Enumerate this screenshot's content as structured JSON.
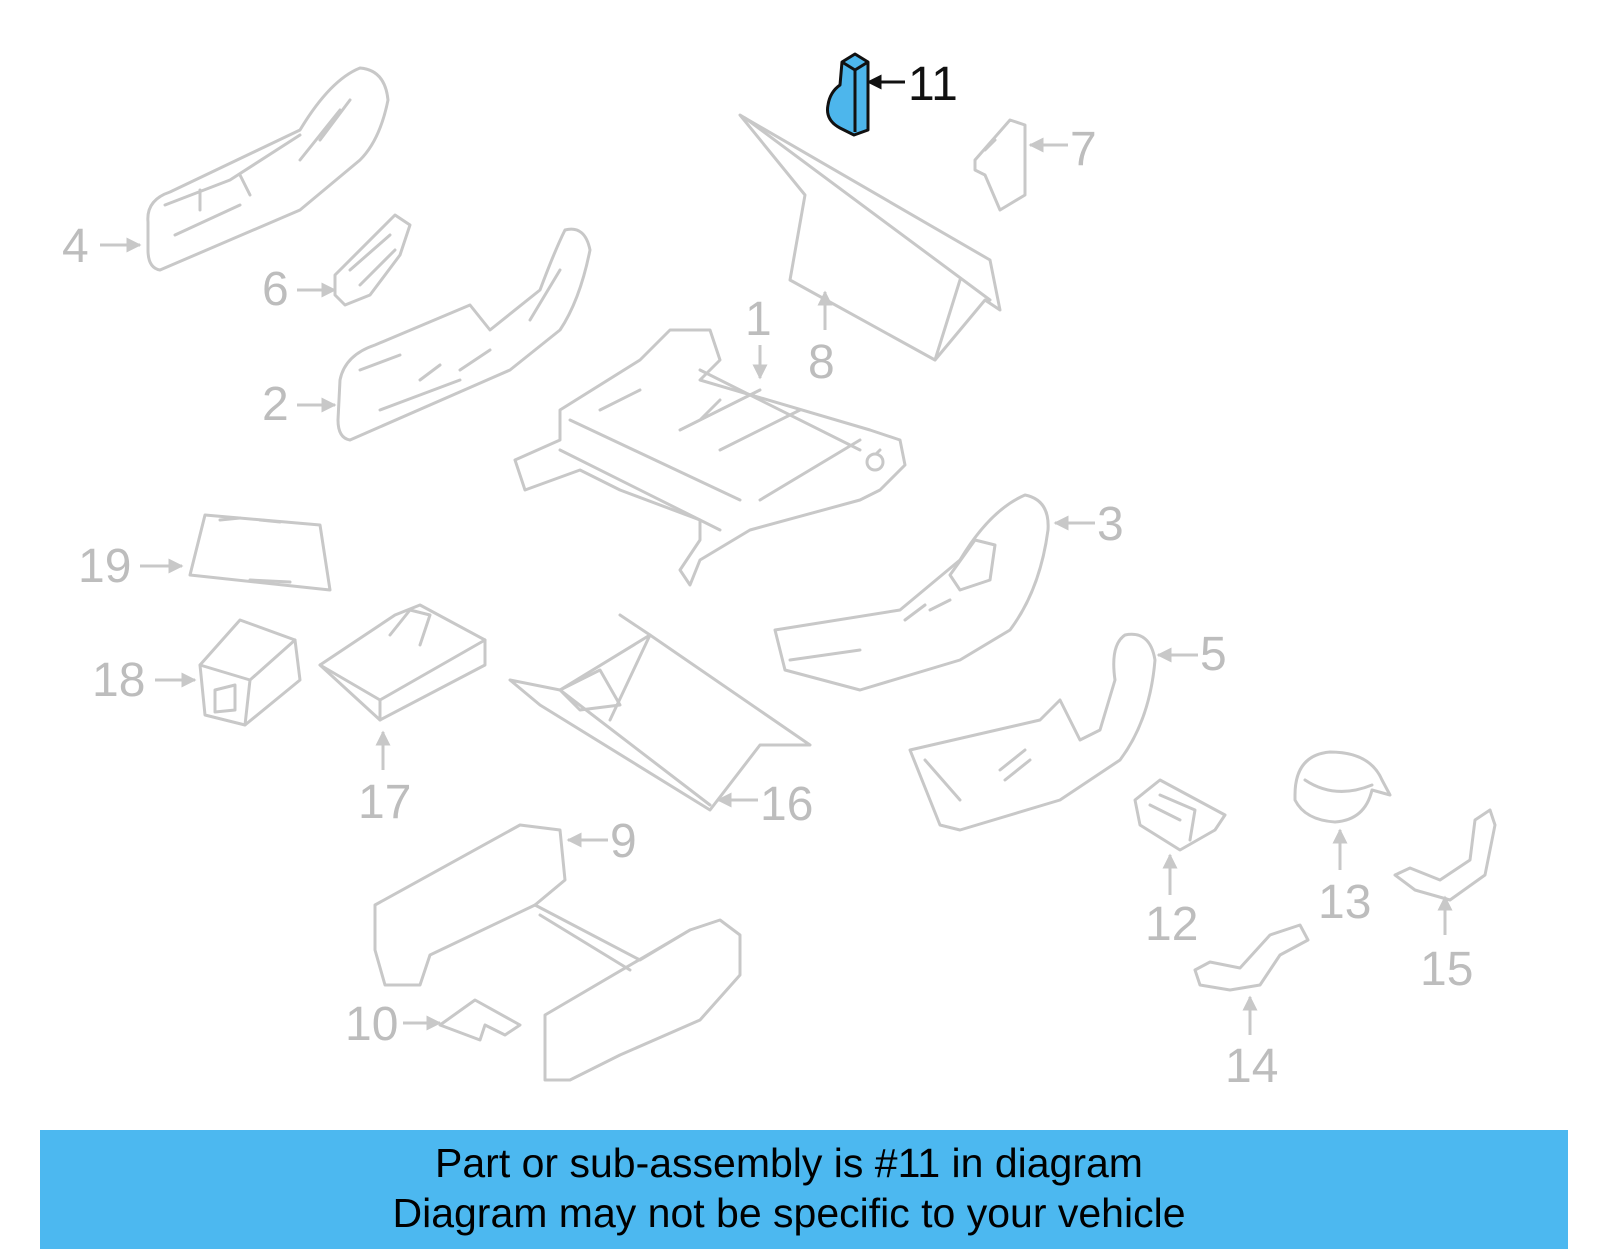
{
  "callouts": {
    "c1": "1",
    "c2": "2",
    "c3": "3",
    "c4": "4",
    "c5": "5",
    "c6": "6",
    "c7": "7",
    "c8": "8",
    "c9": "9",
    "c10": "10",
    "c11": "11",
    "c12": "12",
    "c13": "13",
    "c14": "14",
    "c15": "15",
    "c16": "16",
    "c17": "17",
    "c18": "18",
    "c19": "19"
  },
  "highlighted_part": "11",
  "colors": {
    "highlight_fill": "#4db6ec",
    "banner_background": "#4cb8f0",
    "part_outline": "#c8c8c8",
    "callout_text": "#bdbdbd"
  },
  "banner": {
    "line1": "Part or sub-assembly is #11 in diagram",
    "line2": "Diagram may not be specific to your vehicle"
  }
}
